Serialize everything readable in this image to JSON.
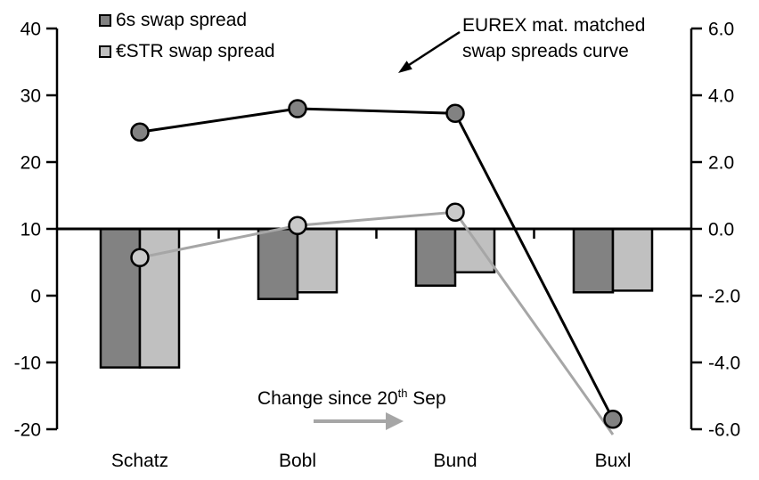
{
  "legend": {
    "items": [
      {
        "label": "6s swap spread",
        "swatch_color": "#828282"
      },
      {
        "label": "€STR swap spread",
        "swatch_color": "#c0c0c0"
      }
    ]
  },
  "annotations": {
    "eurex": {
      "line1": "EUREX mat. matched",
      "line2": "swap spreads curve"
    },
    "change": {
      "prefix": "Change since 20",
      "superscript": "th",
      "suffix": " Sep"
    }
  },
  "chart_data": {
    "type": "combo: grouped bars (right axis) + lines with circle markers (left axis)",
    "categories": [
      "Schatz",
      "Bobl",
      "Bund",
      "Buxl"
    ],
    "axes": {
      "left": {
        "range": [
          -20,
          40
        ],
        "tick_step": 10,
        "ticks": [
          "40",
          "30",
          "20",
          "10",
          "0",
          "-10",
          "-20"
        ]
      },
      "right": {
        "range": [
          -6.0,
          6.0
        ],
        "tick_step": 2.0,
        "ticks": [
          "6.0",
          "4.0",
          "2.0",
          "0.0",
          "-2.0",
          "-4.0",
          "-6.0"
        ]
      },
      "note": "left-axis value 10 aligns with right-axis 0.0; bars hang downward from this shared zero line"
    },
    "bar_series": [
      {
        "name": "6s swap spread (change since 20th Sep)",
        "axis": "right",
        "fill": "#828282",
        "values": [
          -4.15,
          -2.1,
          -1.7,
          -1.9
        ]
      },
      {
        "name": "€STR swap spread (change since 20th Sep)",
        "axis": "right",
        "fill": "#c0c0c0",
        "values": [
          -4.15,
          -1.9,
          -1.3,
          -1.85
        ]
      }
    ],
    "line_series": [
      {
        "name": "€STR mat. matched swap spreads curve",
        "axis": "left",
        "stroke": "#a6a6a6",
        "marker_fill": "#c9c9c9",
        "values": [
          5.7,
          10.5,
          12.5,
          -20.8
        ],
        "markers": [
          true,
          true,
          true,
          false
        ]
      },
      {
        "name": "6s (EUREX) mat. matched swap spreads curve",
        "axis": "left",
        "stroke": "#000000",
        "marker_fill": "#828282",
        "values": [
          24.5,
          28.0,
          27.3,
          -18.5
        ],
        "markers": [
          true,
          true,
          true,
          true
        ]
      }
    ],
    "legend_position": "top-left",
    "grid": false
  },
  "colors": {
    "background": "#ffffff",
    "axis": "#000000",
    "black_arrow": "#000000",
    "gray_arrow": "#a6a6a6"
  }
}
